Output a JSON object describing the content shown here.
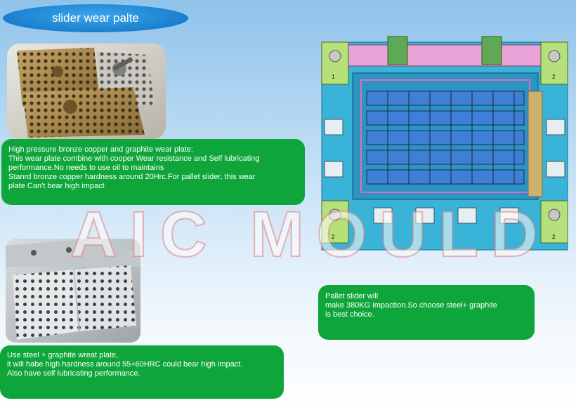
{
  "title": "slider wear palte",
  "box1": {
    "lines": [
      "High pressure bronze copper and graphite wear plate:",
      "This wear plate combine with cooper Wear resistance and Self lubricating",
      "performance.No needs to use oil to maintains",
      "Stanrd bronze copper hardness around 20Hrc.For pallet slider, this wear",
      "plate Can't bear high impact"
    ]
  },
  "box2": {
    "lines": [
      "Pallet slider will",
      "make 380KG impaction.So choose  steel+ graphite",
      "is best choice."
    ]
  },
  "box3": {
    "lines": [
      "Use steel + graphite wreat plate,",
      "it will habe high hardness around 55+60HRC could bear high impact.",
      "Also have self lubricating performance."
    ]
  },
  "watermark": "AIC MOULD",
  "mold_labels": {
    "corner_top_left": "1",
    "corner_top_right": "2",
    "corner_bottom_left": "2",
    "corner_bottom_right": "2"
  },
  "colors": {
    "title_pill": "#1b7fcf",
    "green_box": "#0ea63a",
    "mold_blue": "#39b3d8",
    "mold_green": "#b6e07a",
    "mold_pink": "#f08ad0"
  }
}
